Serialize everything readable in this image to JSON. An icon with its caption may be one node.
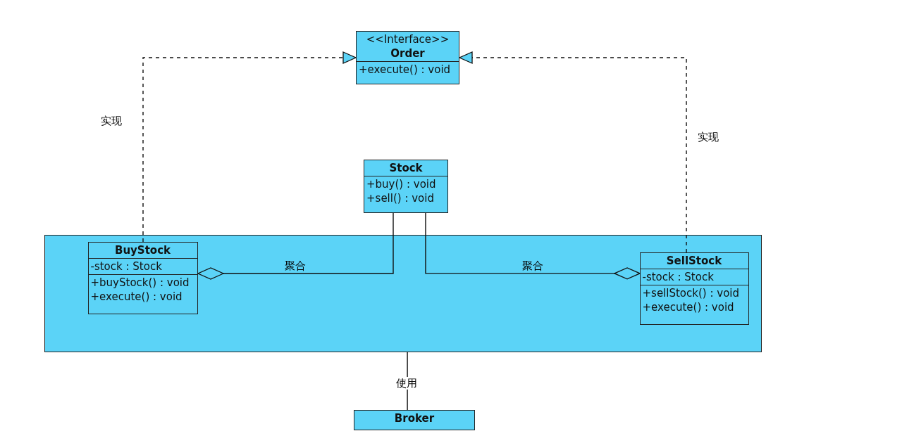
{
  "diagram": {
    "nodes": [
      {
        "text": [
          "<<Interface>>",
          "Order",
          "+execute() : void"
        ]
      },
      {
        "text": [
          "Stock",
          "+buy() : void",
          "+sell() : void"
        ]
      },
      {
        "text": [],
        "shape": "box"
      },
      {
        "text": [
          "BuyStock",
          "-stock : Stock",
          "+buyStock() : void",
          "+execute() : void"
        ],
        "in": 2
      },
      {
        "text": [
          "SellStock",
          "-stock : Stock",
          "+sellStock() : void",
          "+execute() : void"
        ],
        "in": 2
      },
      {
        "text": [
          "Broker"
        ]
      }
    ],
    "edges": [
      {
        "from": 3,
        "to": 0,
        "arrow": "to",
        "style": "dashed",
        "label": "实现"
      },
      {
        "from": 4,
        "to": 0,
        "arrow": "to",
        "style": "dashed",
        "label": "实现"
      },
      {
        "from": 1,
        "to": 3,
        "arrow": "other",
        "label": "聚合"
      },
      {
        "from": 1,
        "to": 4,
        "arrow": "other",
        "label": "聚合"
      },
      {
        "from": 2,
        "to": 5,
        "arrow": "none",
        "label": "使用"
      }
    ]
  }
}
